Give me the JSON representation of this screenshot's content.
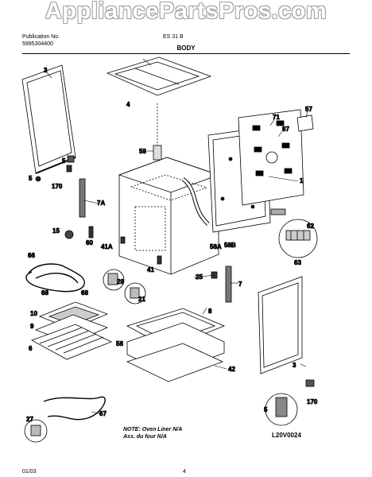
{
  "watermark": "AppliancePartsPros.com",
  "header": {
    "left_line1": "Publication No.",
    "left_line2": "5995304400",
    "right": "ES 31 B"
  },
  "section_title": "BODY",
  "callouts": {
    "c3a": "3",
    "c5a": "5",
    "c4": "4",
    "c170a": "170",
    "c7a": "7A",
    "c59": "59",
    "c15": "15",
    "c60": "60",
    "c41a": "41A",
    "c41": "41",
    "c66": "66",
    "c68a": "68",
    "c68b": "68",
    "c29": "29",
    "c21": "21",
    "c10": "10",
    "c9": "9",
    "c6": "6",
    "c58": "58",
    "c8": "8",
    "c42": "42",
    "c25": "25",
    "c7": "7",
    "c58a": "58A",
    "c58b": "58B",
    "c1": "1",
    "c71": "71",
    "c87": "87",
    "c57": "57",
    "c62": "62",
    "c63": "63",
    "c3b": "3",
    "c5b": "5",
    "c170b": "170",
    "c27": "27",
    "c67": "67"
  },
  "note_line1": "NOTE: Oven Liner N/A",
  "note_line2": "Ass. du four N/A",
  "diagram_code": "L20V0024",
  "footer_left": "01/03",
  "footer_page": "4"
}
